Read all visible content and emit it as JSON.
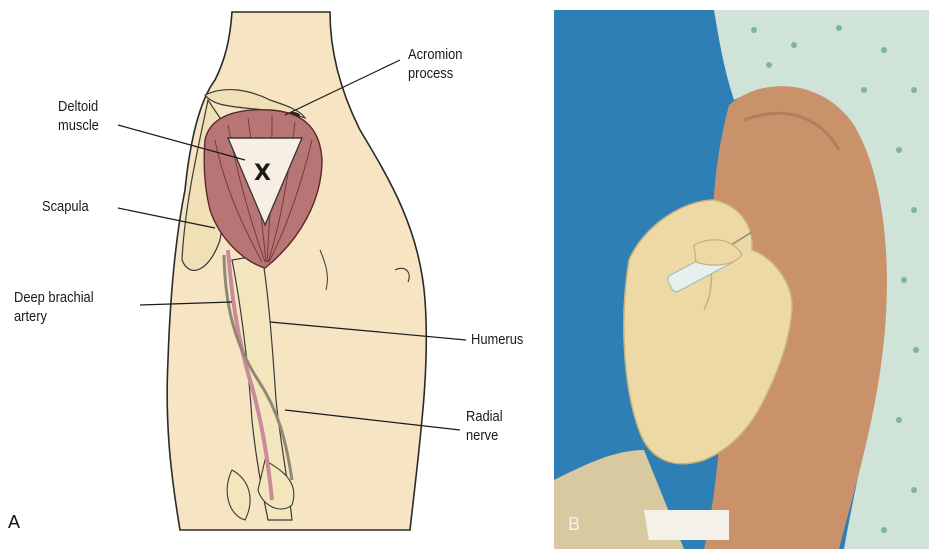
{
  "panel_a": {
    "letter": "A",
    "labels": {
      "acromion": "Acromion\nprocess",
      "deltoid": "Deltoid\nmuscle",
      "scapula": "Scapula",
      "deep_brachial": "Deep brachial\nartery",
      "humerus": "Humerus",
      "radial": "Radial\nnerve"
    },
    "injection_site_mark": "X"
  },
  "panel_b": {
    "letter": "B"
  },
  "colors": {
    "skin": "#f6e4c2",
    "muscle": "#b87575",
    "vessel": "#c98a9c",
    "backdrop_blue": "#2d7fb5",
    "glove": "#ecd9a6"
  }
}
